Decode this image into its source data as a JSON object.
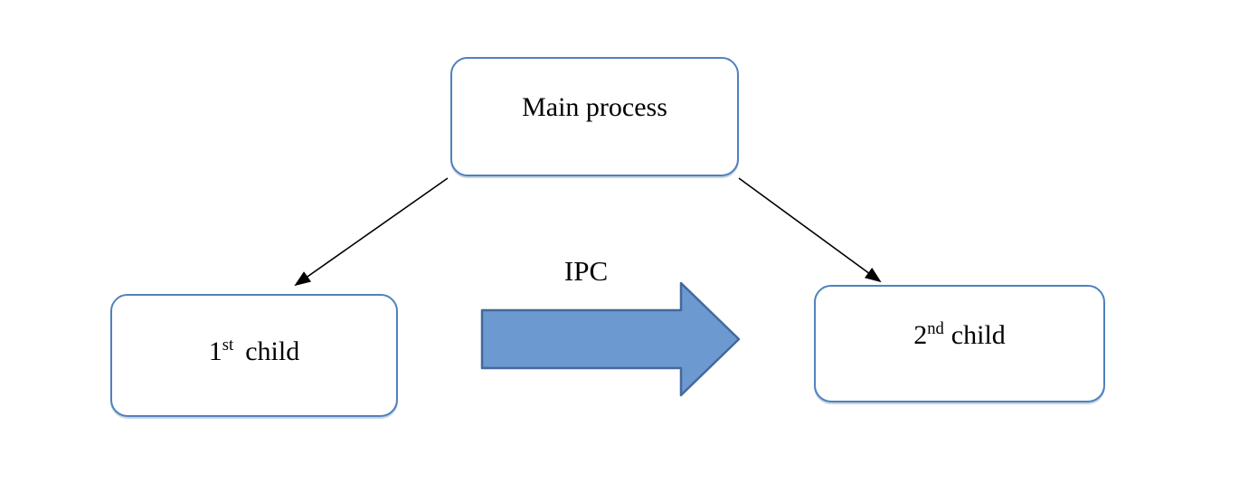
{
  "nodes": {
    "main": {
      "label": "Main process"
    },
    "child1": {
      "number": "1",
      "ordinal": "st",
      "label": "child"
    },
    "child2": {
      "number": "2",
      "ordinal": "nd",
      "label": "child"
    }
  },
  "ipc_arrow": {
    "label": "IPC"
  },
  "colors": {
    "node_border": "#4f81bd",
    "block_arrow_fill": "#6c99d0",
    "block_arrow_stroke": "#44699c",
    "connector": "#000000",
    "background": "#ffffff"
  }
}
